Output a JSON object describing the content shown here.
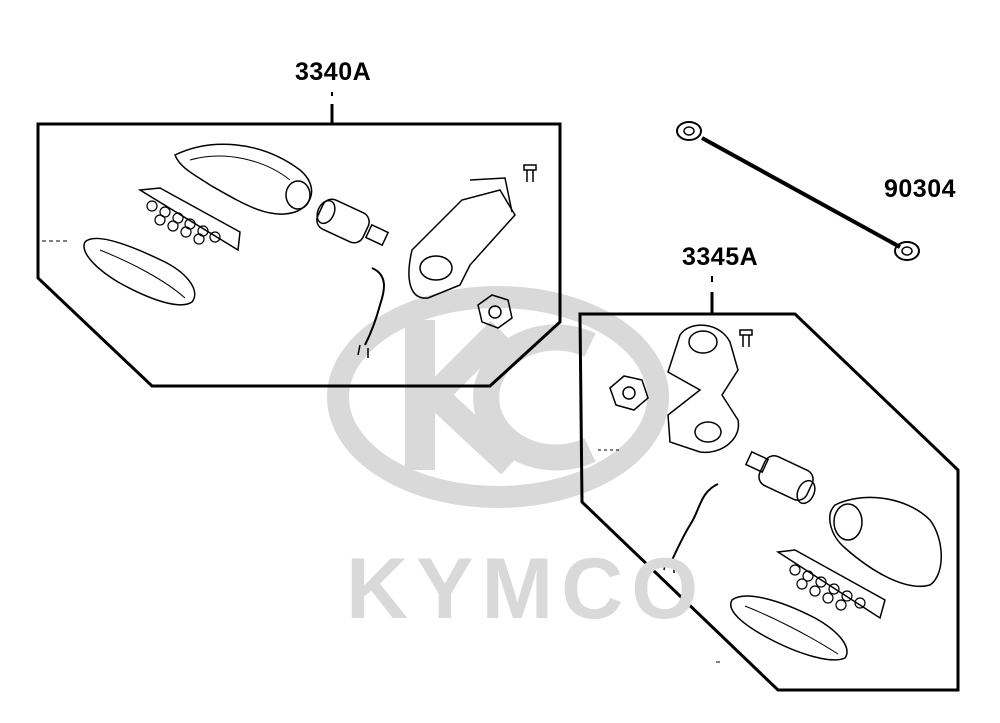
{
  "diagram": {
    "labels": {
      "assembly_front": "3340A",
      "assembly_rear": "3345A",
      "bolt_part": "90304"
    },
    "watermark": {
      "brand_text": "KYMCO"
    },
    "colors": {
      "line": "#000000",
      "watermark": "#d9d9d9",
      "background": "#ffffff"
    }
  }
}
